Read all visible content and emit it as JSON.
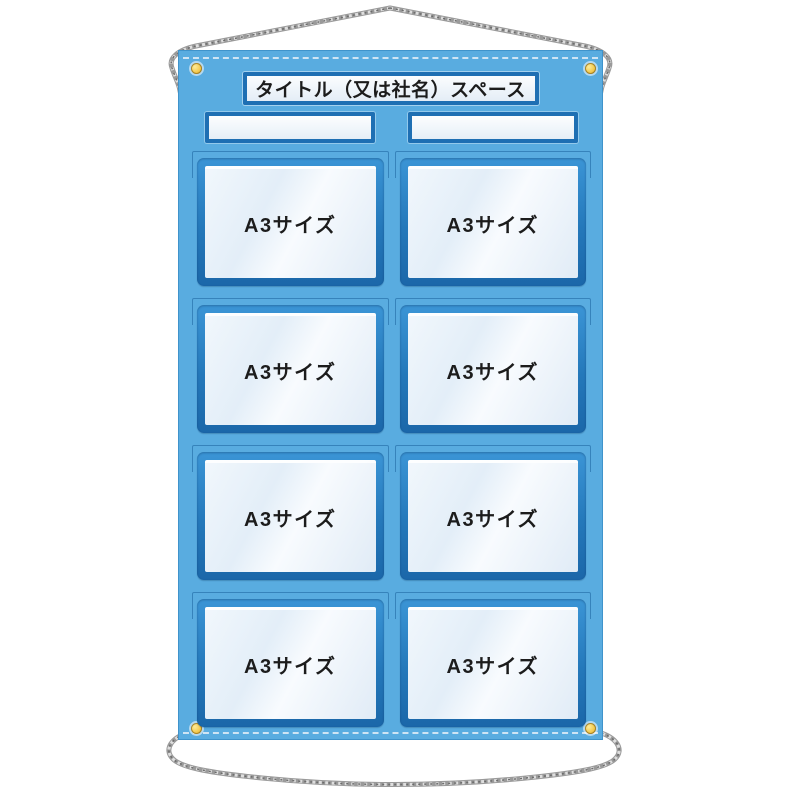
{
  "banner": {
    "title": "タイトル（又は社名）スペース",
    "pockets": [
      {
        "label": "A3サイズ"
      },
      {
        "label": "A3サイズ"
      },
      {
        "label": "A3サイズ"
      },
      {
        "label": "A3サイズ"
      },
      {
        "label": "A3サイズ"
      },
      {
        "label": "A3サイズ"
      },
      {
        "label": "A3サイズ"
      },
      {
        "label": "A3サイズ"
      }
    ]
  },
  "colors": {
    "banner_blue": "#59ace0",
    "banner_edge": "#3f93cb",
    "frame_blue": "#2478ba",
    "frame_blue_dark": "#1b67a9",
    "plate_border": "#1e6fb3",
    "pocket_fill": "#eef5fb",
    "grommet_yellow": "#f3c94f",
    "rope_gray": "#9a9a9a",
    "text": "#1c1c1c"
  }
}
